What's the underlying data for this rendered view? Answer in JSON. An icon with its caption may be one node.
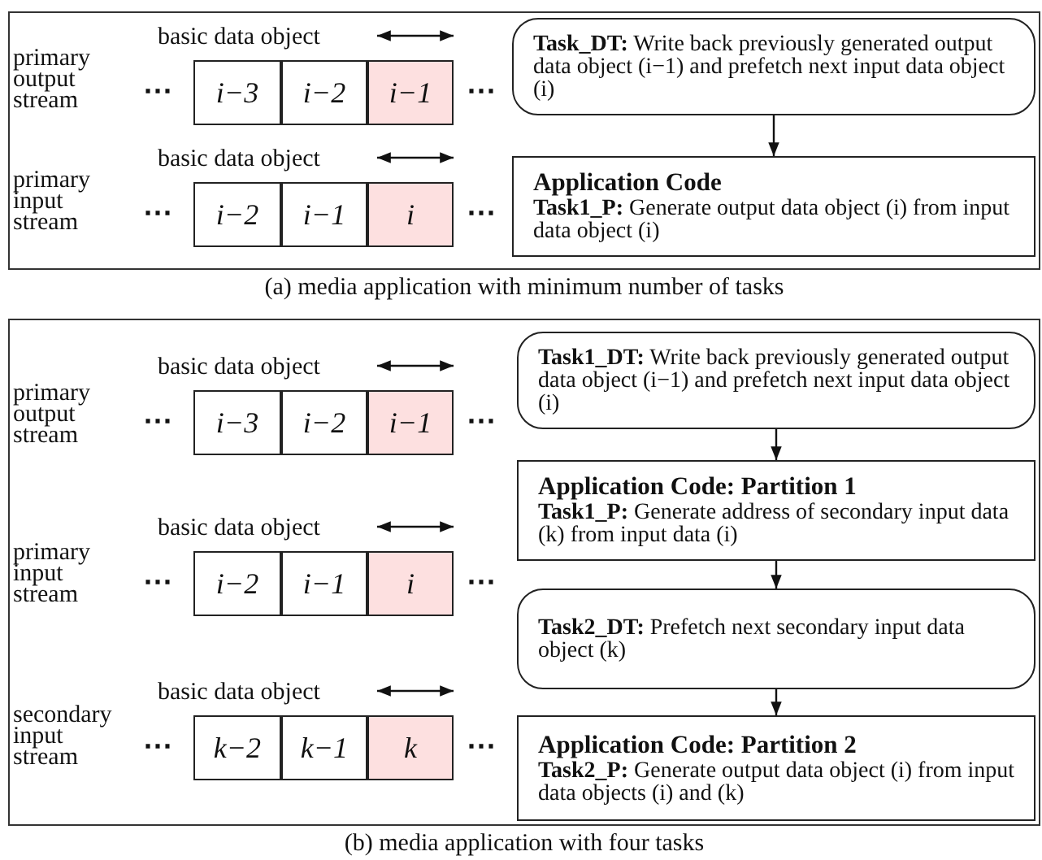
{
  "diagram": {
    "nodes": [
      {
        "text": [
          "(a) media application with minimum number of tasks"
        ]
      },
      {
        "text": [
          "i−3"
        ],
        "in": 0
      },
      {
        "text": [
          "i−2"
        ],
        "in": 0
      },
      {
        "text": [
          "i−1"
        ],
        "in": 0
      },
      {
        "text": [
          "**Task_DT:** Write back previously generated output data object (i−1) and prefetch next input data object (i)"
        ],
        "in": 0
      },
      {
        "text": [
          "i−2"
        ],
        "in": 0
      },
      {
        "text": [
          "i−1"
        ],
        "in": 0
      },
      {
        "text": [
          "i"
        ],
        "in": 0
      },
      {
        "text": [
          "Application Code",
          "**Task1_P:** Generate output data object (i) from input data object (i)"
        ],
        "in": 0
      },
      {
        "text": [
          "(b) media application with four tasks"
        ]
      },
      {
        "text": [
          "i−3"
        ],
        "in": 9
      },
      {
        "text": [
          "i−2"
        ],
        "in": 9
      },
      {
        "text": [
          "i−1"
        ],
        "in": 9
      },
      {
        "text": [
          "**Task1_DT:** Write back previously generated output data object (i−1) and prefetch next input data object (i)"
        ],
        "in": 9
      },
      {
        "text": [
          "Application Code: Partition 1",
          "**Task1_P:** Generate address of secondary input data (k) from input data (i)"
        ],
        "in": 9
      },
      {
        "text": [
          "i−2"
        ],
        "in": 9
      },
      {
        "text": [
          "i−1"
        ],
        "in": 9
      },
      {
        "text": [
          "i"
        ],
        "in": 9
      },
      {
        "text": [
          "**Task2_DT:** Prefetch next secondary input data object (k)"
        ],
        "in": 9
      },
      {
        "text": [
          "k−2"
        ],
        "in": 9
      },
      {
        "text": [
          "k−1"
        ],
        "in": 9
      },
      {
        "text": [
          "k"
        ],
        "in": 9
      },
      {
        "text": [
          "Application Code: Partition 2",
          "**Task2_P:** Generate output data object (i) from input data objects (i) and (k)"
        ],
        "in": 9
      }
    ],
    "edges": [
      {
        "from": 4,
        "to": 8,
        "arrow": "to"
      },
      {
        "from": 13,
        "to": 14,
        "arrow": "to"
      },
      {
        "from": 14,
        "to": 18,
        "arrow": "to"
      },
      {
        "from": 18,
        "to": 22,
        "arrow": "to"
      }
    ],
    "labels": [
      "basic data object",
      "primary output stream",
      "⋯",
      "⋯",
      "basic data object",
      "primary input stream",
      "⋯",
      "⋯",
      "basic data object",
      "primary output stream",
      "⋯",
      "⋯",
      "basic data object",
      "primary input stream",
      "⋯",
      "⋯",
      "basic data object",
      "secondary input stream",
      "⋯",
      "⋯"
    ]
  }
}
